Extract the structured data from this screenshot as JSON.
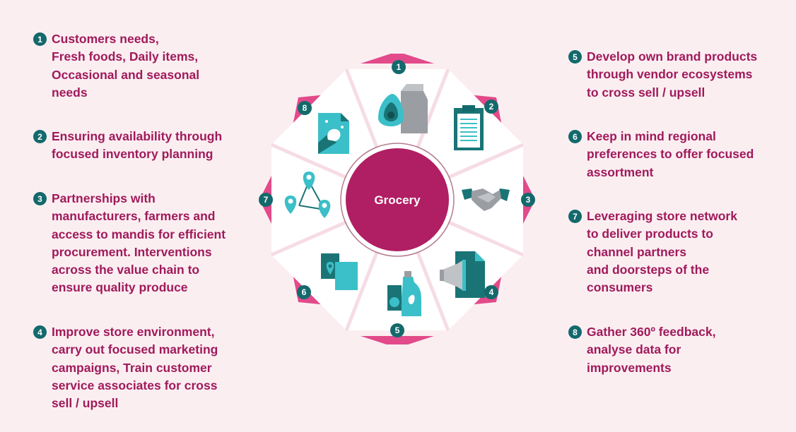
{
  "center_label": "Grocery",
  "colors": {
    "background": "#fbeef1",
    "accent_pink": "#e24a8a",
    "center_fill": "#b01e63",
    "text": "#a01a5b",
    "teal_dark": "#13696b",
    "teal_light": "#3bbfc9"
  },
  "left_items": [
    {
      "number": "1",
      "text": "Customers needs,\nFresh foods, Daily items,\nOccasional and seasonal\nneeds"
    },
    {
      "number": "2",
      "text": "Ensuring availability through\nfocused inventory planning"
    },
    {
      "number": "3",
      "text": "Partnerships with\nmanufacturers, farmers and\naccess to mandis for efficient\nprocurement. Interventions\nacross the value chain to\nensure quality produce"
    },
    {
      "number": "4",
      "text": "Improve store environment,\ncarry out focused marketing\ncampaigns, Train customer\nservice associates for cross\nsell / upsell"
    }
  ],
  "right_items": [
    {
      "number": "5",
      "text": "Develop own brand products\nthrough vendor ecosystems\nto cross sell / upsell"
    },
    {
      "number": "6",
      "text": "Keep in mind regional\npreferences to offer focused\nassortment"
    },
    {
      "number": "7",
      "text": "Leveraging store network\nto deliver products to\nchannel partners\nand doorsteps of the\nconsumers"
    },
    {
      "number": "8",
      "text": "Gather 360º feedback,\nanalyse data for\nimprovements"
    }
  ],
  "segments": [
    {
      "number": "1",
      "icon": "milk-carton-avocado-icon"
    },
    {
      "number": "2",
      "icon": "clipboard-icon"
    },
    {
      "number": "3",
      "icon": "handshake-icon"
    },
    {
      "number": "4",
      "icon": "megaphone-icon"
    },
    {
      "number": "5",
      "icon": "detergent-bottle-icon"
    },
    {
      "number": "6",
      "icon": "map-pin-icon"
    },
    {
      "number": "7",
      "icon": "location-network-icon"
    },
    {
      "number": "8",
      "icon": "feedback-document-icon"
    }
  ]
}
